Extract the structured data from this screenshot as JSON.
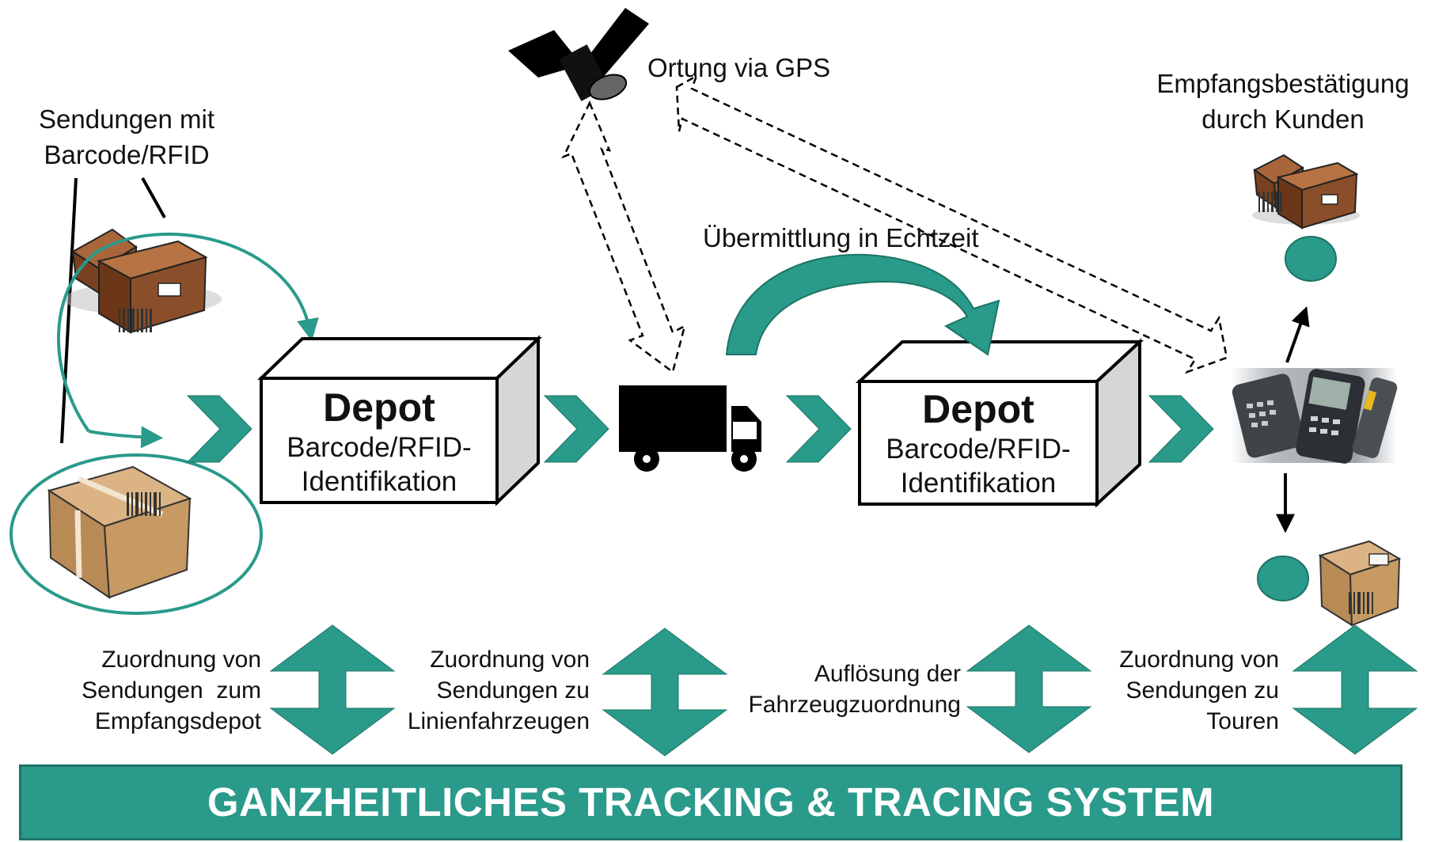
{
  "colors": {
    "teal": "#2a9a8a",
    "teal_dark": "#1d7466",
    "box_side": "#d6d6d6",
    "parcel": "#c79a63",
    "crate": "#8a4f2a"
  },
  "labels": {
    "sendungen": [
      "Sendungen mit",
      "Barcode/RFID"
    ],
    "gps": "Ortung via GPS",
    "uebermittlung": "Übermittlung in Echtzeit",
    "empfang": [
      "Empfangsbestätigung",
      "durch Kunden"
    ]
  },
  "depots": [
    {
      "title": "Depot",
      "line1": "Barcode/RFID-",
      "line2": "Identifikation"
    },
    {
      "title": "Depot",
      "line1": "Barcode/RFID-",
      "line2": "Identifikation"
    }
  ],
  "assignments": [
    [
      "Zuordnung von",
      "Sendungen  zum",
      "Empfangsdepot"
    ],
    [
      "Zuordnung von",
      "Sendungen zu",
      "Linienfahrzeugen"
    ],
    [
      "Auflösung der",
      "Fahrzeugzuordnung"
    ],
    [
      "Zuordnung von",
      "Sendungen zu",
      "Touren"
    ]
  ],
  "banner": "GANZHEITLICHES TRACKING & TRACING SYSTEM",
  "icons": [
    "satellite-icon",
    "truck-icon",
    "parcel-icon",
    "crate-icon",
    "handheld-scanner-icon"
  ]
}
